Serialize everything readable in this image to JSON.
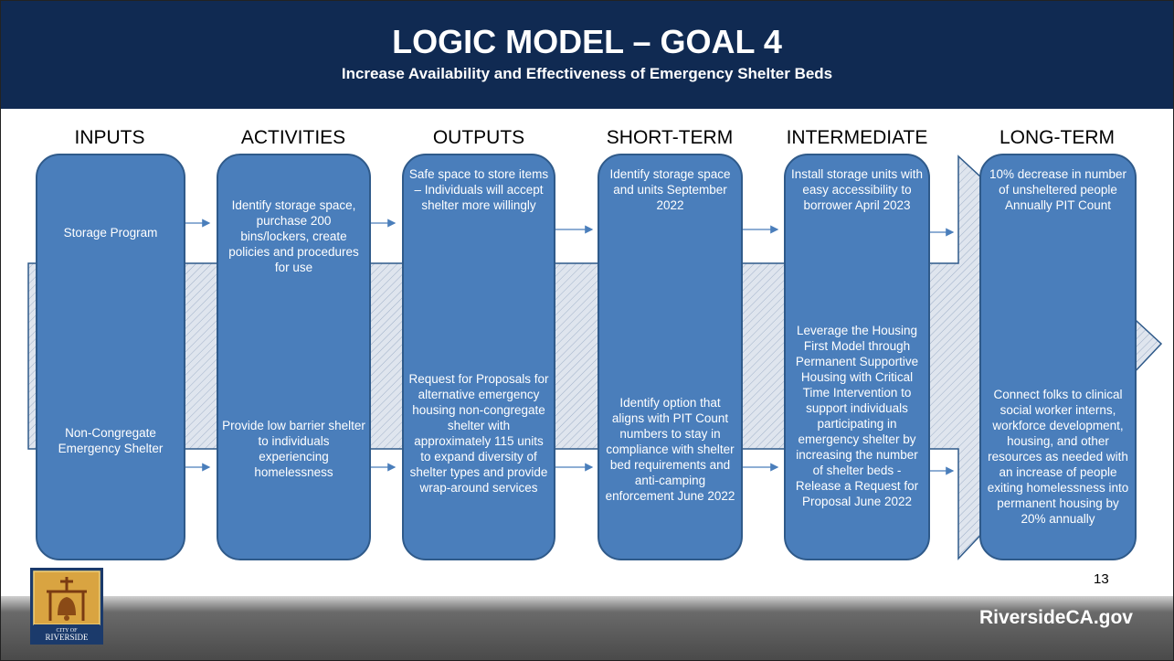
{
  "header": {
    "title": "LOGIC MODEL – GOAL 4",
    "subtitle": "Increase Availability and Effectiveness of Emergency Shelter Beds"
  },
  "columns": [
    {
      "heading": "INPUTS",
      "rows": [
        "Storage Program",
        "Non-Congregate Emergency Shelter"
      ]
    },
    {
      "heading": "ACTIVITIES",
      "rows": [
        "Identify storage space, purchase 200 bins/lockers, create policies and procedures for use",
        "Provide low barrier shelter to individuals experiencing homelessness"
      ]
    },
    {
      "heading": "OUTPUTS",
      "rows": [
        "Safe space to store items – Individuals will accept shelter more willingly",
        "Request for Proposals for alternative emergency housing non-congregate shelter with approximately 115 units to expand diversity of shelter types and provide wrap-around services"
      ]
    },
    {
      "heading": "SHORT-TERM",
      "rows": [
        "Identify storage space and units September 2022",
        "Identify option that aligns with PIT Count numbers to stay in compliance with shelter bed requirements and anti-camping enforcement June 2022"
      ]
    },
    {
      "heading": "INTERMEDIATE",
      "rows": [
        "Install storage units with easy accessibility to borrower April 2023",
        "Leverage the Housing First Model through Permanent Supportive Housing with Critical Time Intervention to support individuals participating in emergency shelter by increasing the number of shelter beds - Release a Request for Proposal June 2022"
      ]
    },
    {
      "heading": "LONG-TERM",
      "rows": [
        "10% decrease in number of unsheltered people Annually PIT Count",
        "Connect folks to clinical social worker interns, workforce development, housing, and other resources as needed with an increase of people exiting homelessness into permanent housing by 20% annually"
      ]
    }
  ],
  "logo": {
    "text_top": "CITY OF",
    "text_bottom": "RIVERSIDE"
  },
  "page_number": "13",
  "footer": {
    "website": "RiversideCA.gov"
  },
  "colors": {
    "header_bg": "#102a52",
    "box_fill": "#4a7ebb",
    "box_border": "#2f5a8a",
    "arrow_fill": "#dfe5ee"
  }
}
